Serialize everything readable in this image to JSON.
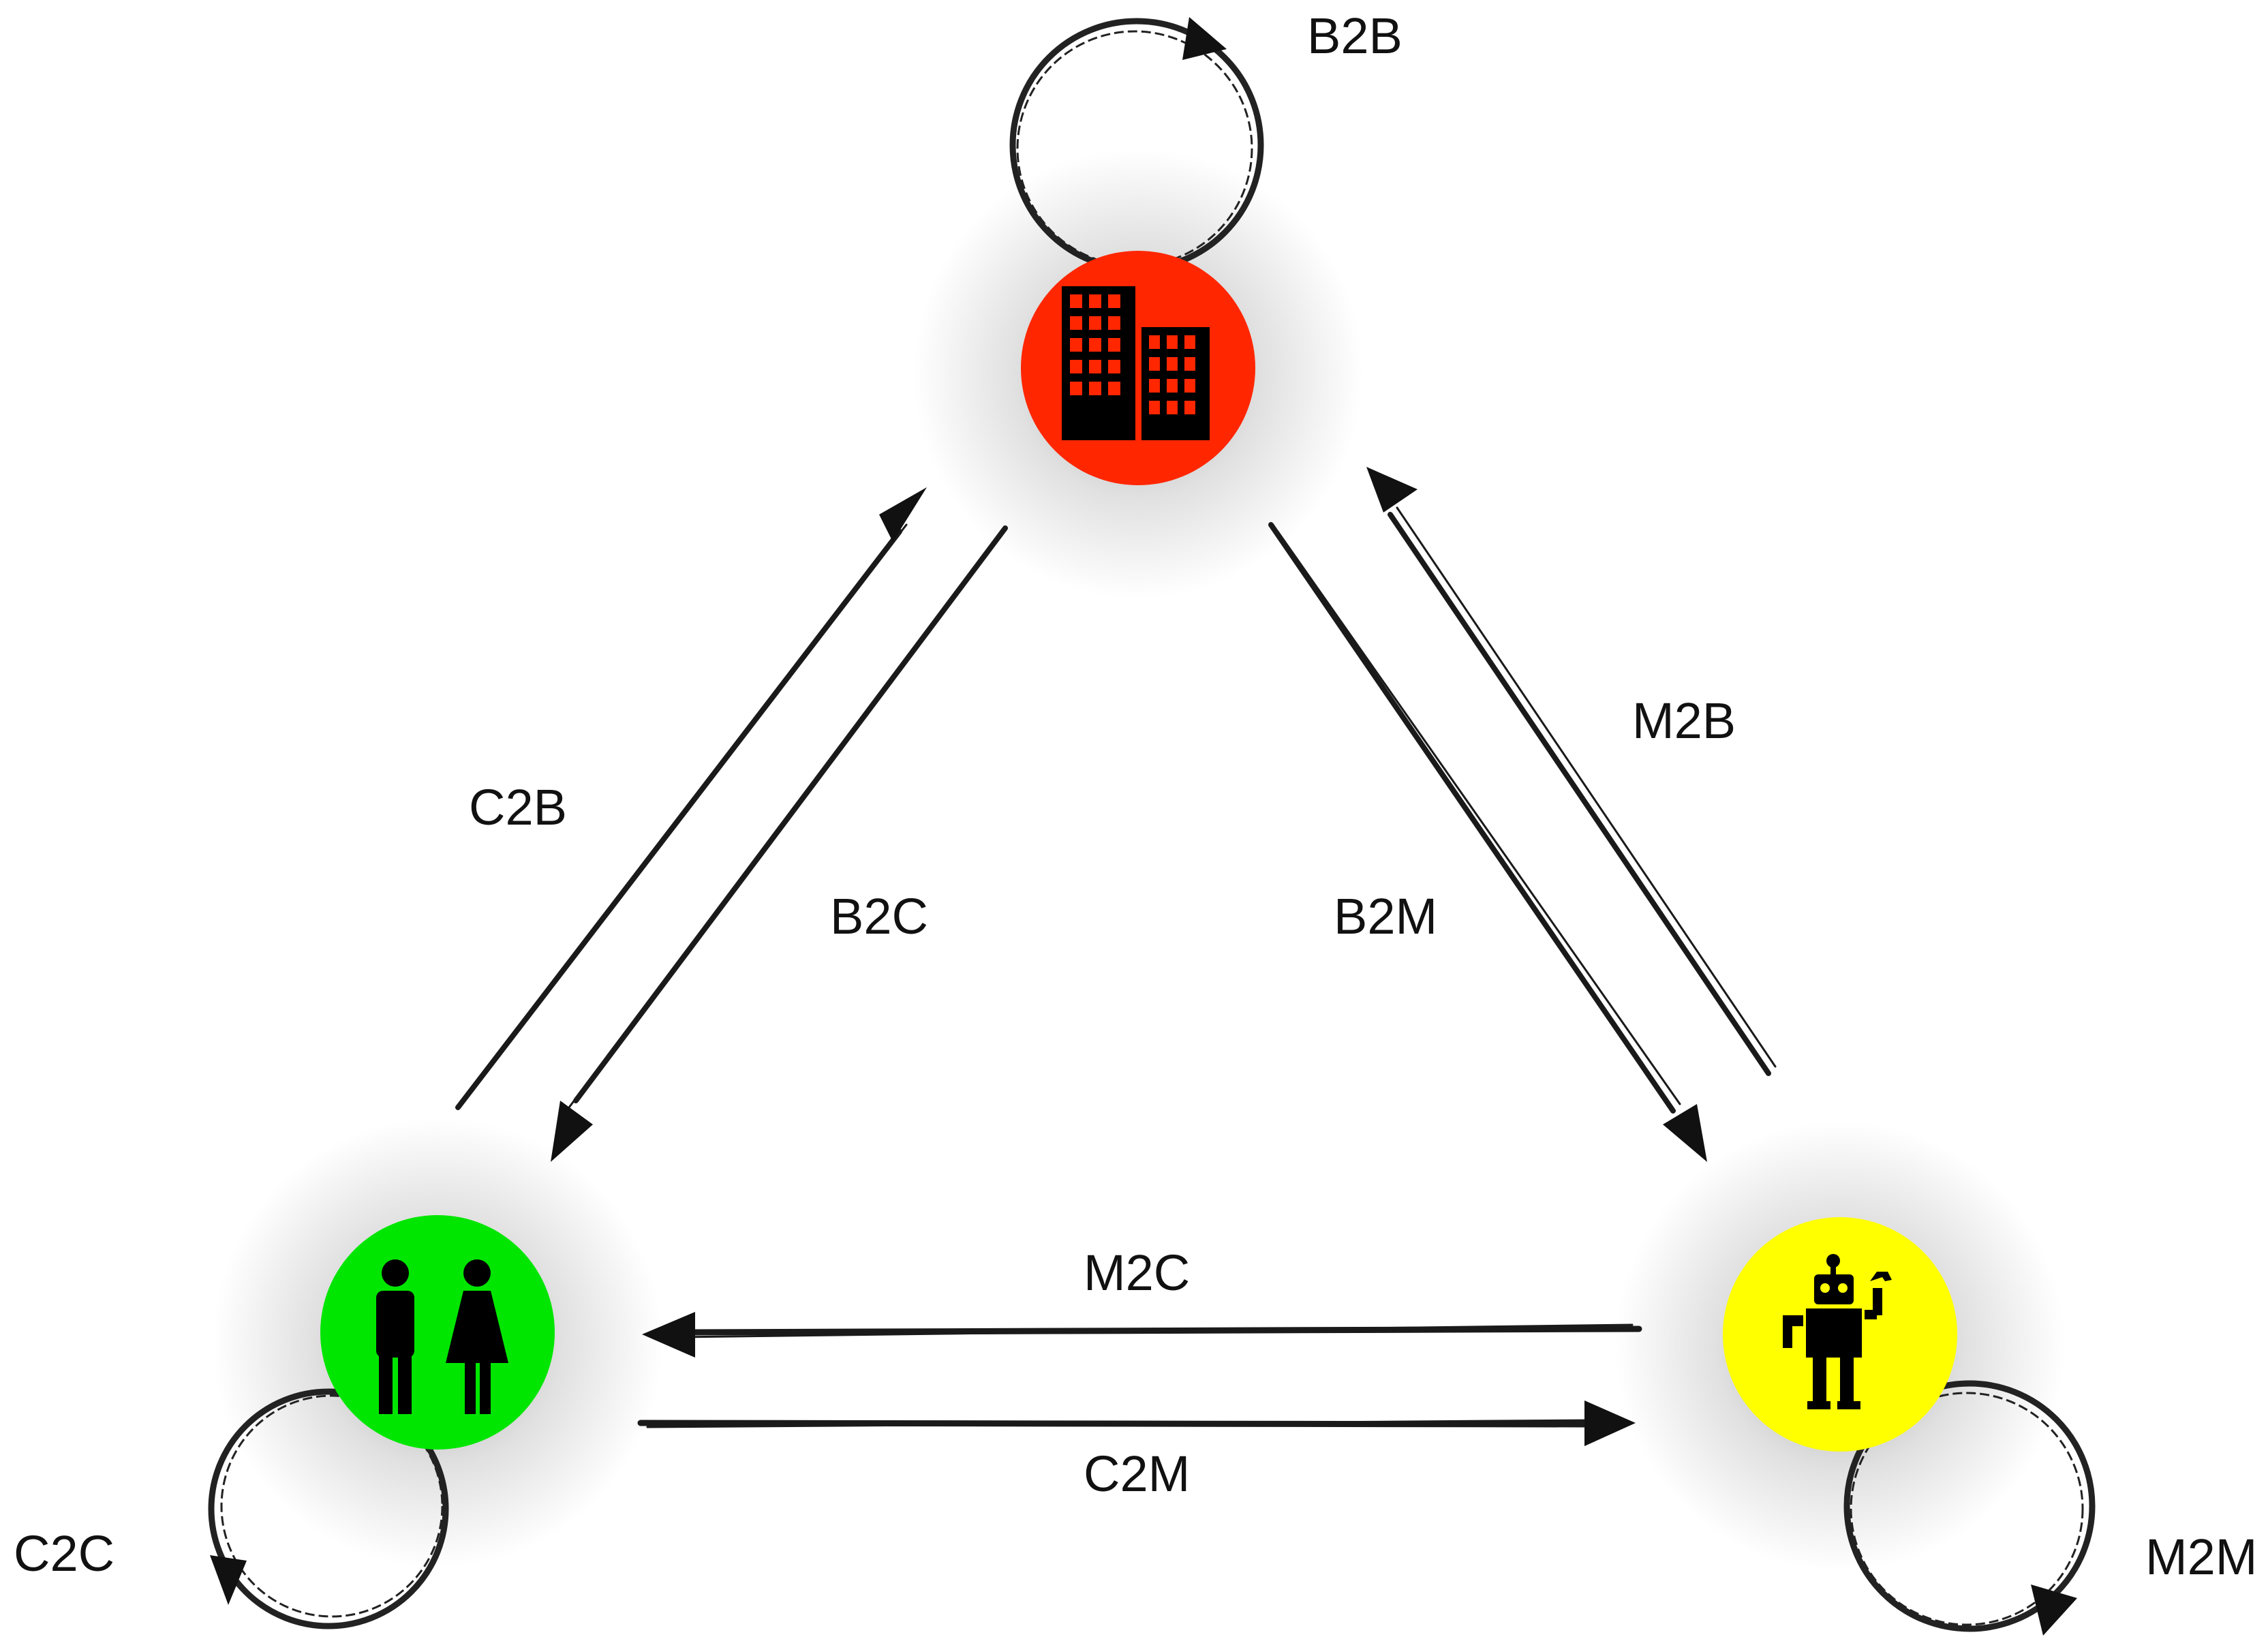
{
  "nodes": {
    "business": {
      "color": "#ff2600",
      "icon": "office-buildings-icon"
    },
    "consumer": {
      "color": "#00e600",
      "icon": "people-icon"
    },
    "machine": {
      "color": "#ffff00",
      "icon": "robot-icon"
    }
  },
  "edges": {
    "b2b": "B2B",
    "c2b": "C2B",
    "b2c": "B2C",
    "b2m": "B2M",
    "m2b": "M2B",
    "m2c": "M2C",
    "c2m": "C2M",
    "c2c": "C2C",
    "m2m": "M2M"
  }
}
